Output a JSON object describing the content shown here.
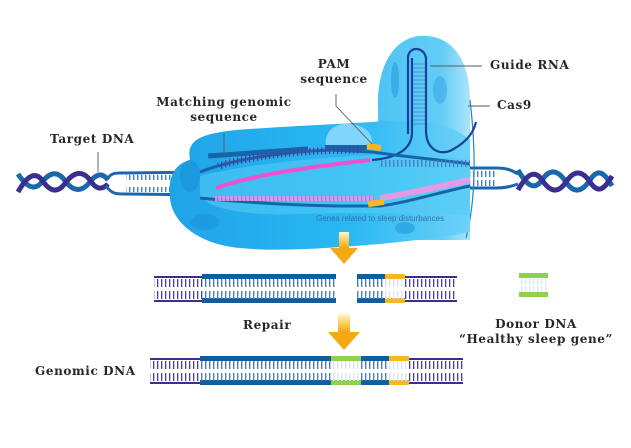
{
  "diagram": {
    "title": "CRISPR-Cas9 gene editing of sleep-related gene",
    "labels": {
      "target_dna": "Target DNA",
      "matching_genomic_sequence_line1": "Matching genomic",
      "matching_genomic_sequence_line2": "sequence",
      "pam_sequence_line1": "PAM",
      "pam_sequence_line2": "sequence",
      "guide_rna": "Guide RNA",
      "cas9": "Cas9",
      "genes_caption": "Genes related to sleep disturbances",
      "repair": "Repair",
      "donor_dna_line1": "Donor DNA",
      "donor_dna_line2": "“Healthy sleep gene”",
      "genomic_dna": "Genomic DNA"
    },
    "colors": {
      "cas9_body": "#29b6f0",
      "cas9_light": "#7fd6fa",
      "dna_dark_blue": "#0f5f9e",
      "dna_purple": "#3a2f8f",
      "guide_rna_pink": "#f24fd0",
      "pam_yellow": "#f5b820",
      "donor_green": "#8fd14f",
      "arrow_yellow": "#f6b21b",
      "label_text": "#2a2624"
    },
    "steps": [
      {
        "name": "cas9-binding",
        "description": "Cas9 with guide RNA binds target DNA at PAM"
      },
      {
        "name": "double-strand-break",
        "description": "DNA cut into two segments"
      },
      {
        "name": "repair",
        "description": "Donor DNA inserted into break"
      }
    ]
  }
}
